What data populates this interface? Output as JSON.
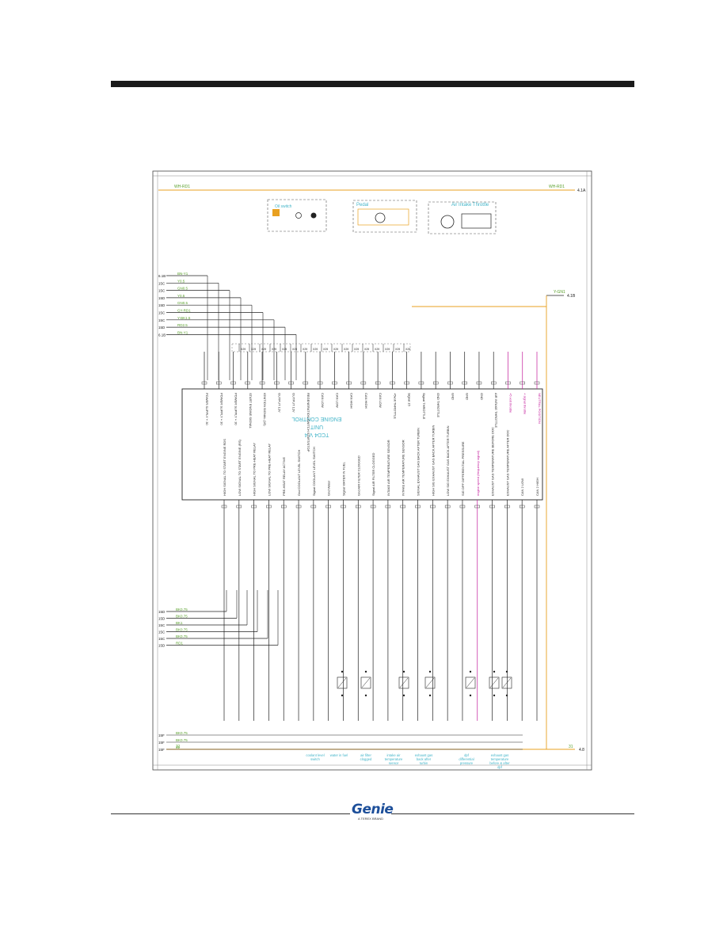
{
  "diagram": {
    "ecu_title": [
      "ENGINE CONTROL",
      "UNIT",
      "TCD4 V 4"
    ],
    "top_wire_left": "WH-RD1",
    "top_wire_right": "WH-RD1",
    "top_wire_ref": "4.1A",
    "bottom_wire": "31",
    "bottom_wire_right": "31",
    "bottom_wire_ref": "4.8",
    "right_wire": "Y-GN1",
    "right_wire_ref": "4.1B",
    "left_inputs": [
      {
        "ref": "6.1B",
        "wire": "BN-Y1"
      },
      {
        "ref": "15C",
        "wire": "Y0.5"
      },
      {
        "ref": "15C",
        "wire": "GN0.5"
      },
      {
        "ref": "15D",
        "wire": "Y0.5"
      },
      {
        "ref": "15D",
        "wire": "GN0.5"
      },
      {
        "ref": "15C",
        "wire": "GY-RD1"
      },
      {
        "ref": "15C",
        "wire": "Y-BK1.5"
      },
      {
        "ref": "15D",
        "wire": "RD2.5"
      },
      {
        "ref": "6.1B",
        "wire": "BN-Y1"
      }
    ],
    "lower_inputs": [
      {
        "ref": "15D",
        "wire": "BK0.75"
      },
      {
        "ref": "15D",
        "wire": "BK0.75"
      },
      {
        "ref": "15C",
        "wire": "BK1"
      },
      {
        "ref": "15C",
        "wire": "BK0.75"
      },
      {
        "ref": "15C",
        "wire": "BK0.75"
      },
      {
        "ref": "15D",
        "wire": "RD1"
      }
    ],
    "bottom_inputs": [
      {
        "ref": "15F",
        "wire": "BK0.75"
      },
      {
        "ref": "15F",
        "wire": "BK0.75"
      },
      {
        "ref": "15F",
        "wire": "31"
      }
    ],
    "top_components": [
      "Oil switch",
      "Pedal",
      "Air Intake Throttle"
    ],
    "ecu_top_signals": [
      "POWER SUPPLY + 30",
      "POWER SUPPLY + 30",
      "POWER SUPPLY + 30",
      "START ENGINE SIGNAL",
      "IGNITION SIGNAL (15)",
      "OUTPUT 12V",
      "OUTPUT 12V",
      "REGENERATION SWITCH START/STOP",
      "CAN LOW",
      "CAN LOW",
      "CAN HIGH",
      "CAN HIGH",
      "CAN LOW",
      "+5volt THROTTLE",
      "Signal 15",
      "Signal THROTTLE",
      "GND THROTTLE",
      "GND",
      "GND",
      "GND",
      "AIR INTAKE THROTTLE",
      "+5 volt throttle",
      "+ signal throttle",
      "NEUTRAL POSITION"
    ],
    "ecu_bottom_signals": [
      "HIGH SIGNAL TO START ENGINE RDS",
      "LOW SIGNAL TO START ENGINE (RS)",
      "HIGH SIGNAL TO PRE-HEAT RELAY",
      "LOW SIGNAL TO PRE-HEAT RELAY",
      "PRE-HEAT RELAY ACTIVE",
      "Gnd COOLANT LEVEL SWITCH",
      "Signal COOLANT LEVEL SWITCH",
      "Gnd Water",
      "Signal WATER IN FUEL",
      "Gnd AIR FILTER CLOGGED",
      "Signal AIR FILTER CLOGGED",
      "INTAKE AIR TEMPERATURE SENSOR",
      "INTAKE AIR TEMPERATURE SENSOR",
      "SIGNAL EXHAUST GAS BACK AFTER TURBIN",
      "HIGH SIG EXHAUST GAS BACK AFTER TURBIN",
      "LOW SIG EXHAUST GAS BACK AFTER TURBIN",
      "SIG DPF DIFFERENTIAL PRESSURE",
      "engine speed (frequency signal)",
      "EXHAUST GAS TEMPERATURE BEFORE DOC",
      "EXHAUST GAS TEMPERATURE AFTER DOC",
      "CAN 2 LOW",
      "CAN 2 HIGH"
    ],
    "bottom_captions": [
      "coolant level switch",
      "water in fuel",
      "air filter clogged",
      "intake air temperature sensor",
      "exhaust gas back after turbin",
      "dpf differential pressure",
      "exhaust gas temperature before & after dpf"
    ],
    "connector": "X29"
  },
  "brand": {
    "logo_text": "Genie",
    "logo_sub": "A TEREX BRAND"
  },
  "colors": {
    "wire_green": "#5aa02c",
    "wire_orange": "#e8a020",
    "wire_magenta": "#c2199b",
    "wire_cyan": "#44b5c9",
    "brand_blue": "#1d4f9a"
  }
}
